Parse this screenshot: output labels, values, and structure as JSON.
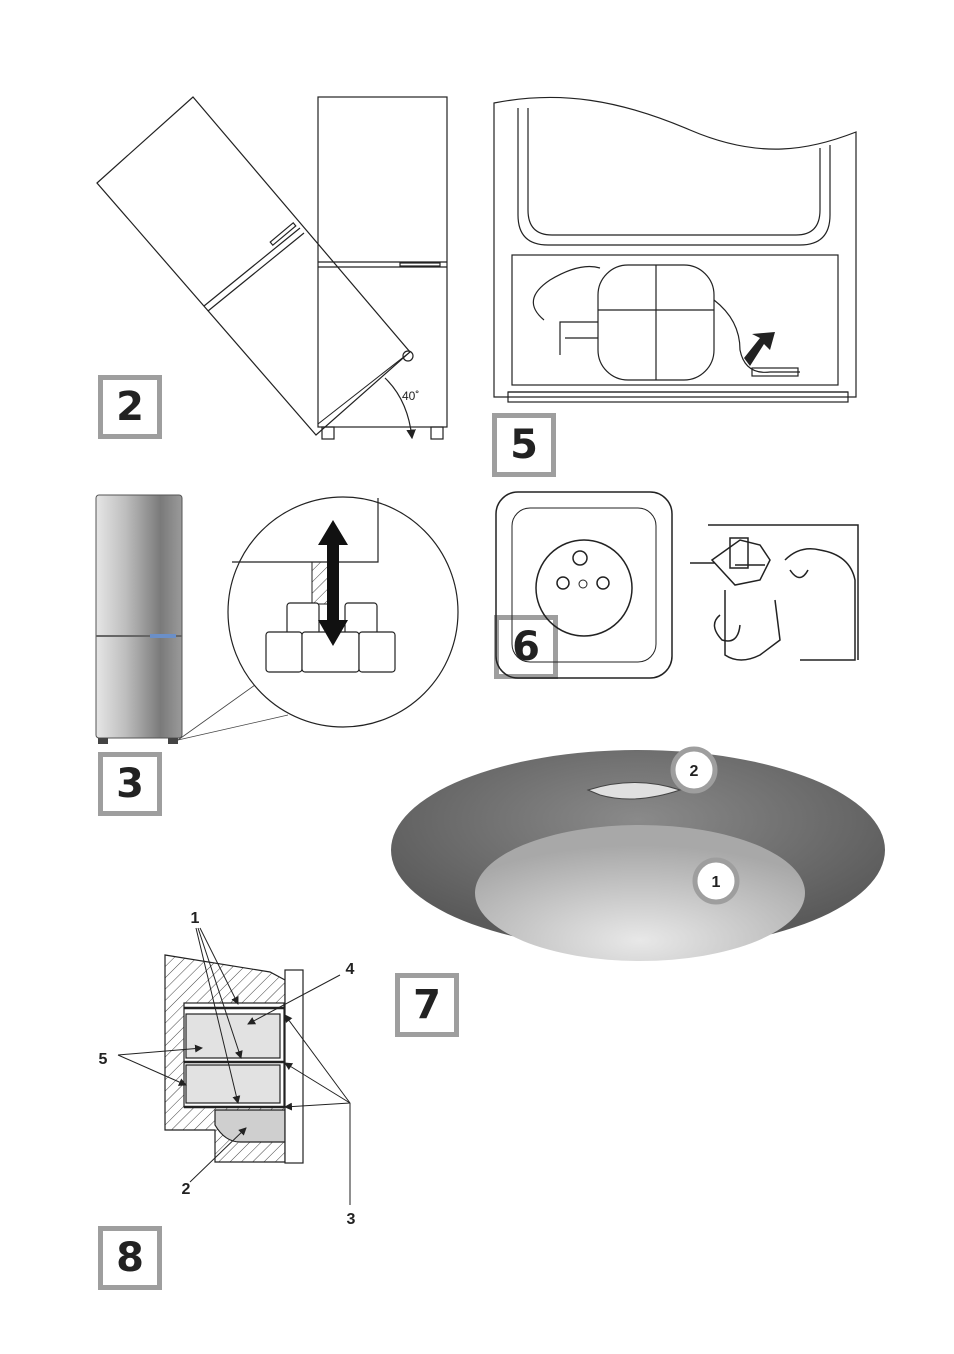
{
  "figures": {
    "fig2": {
      "label": "2",
      "angle_text": "40˚"
    },
    "fig3": {
      "label": "3"
    },
    "fig5": {
      "label": "5"
    },
    "fig6": {
      "label": "6"
    },
    "fig7": {
      "label": "7",
      "callout_1": "1",
      "callout_2": "2"
    },
    "fig8": {
      "label": "8",
      "callout_1": "1",
      "callout_2": "2",
      "callout_3": "3",
      "callout_4": "4",
      "callout_5": "5"
    }
  },
  "colors": {
    "label_border": "#9e9e9e",
    "label_text": "#222222",
    "lamp_shade": "#6a6a6a",
    "lamp_diffuser": "#cfcfcf"
  }
}
